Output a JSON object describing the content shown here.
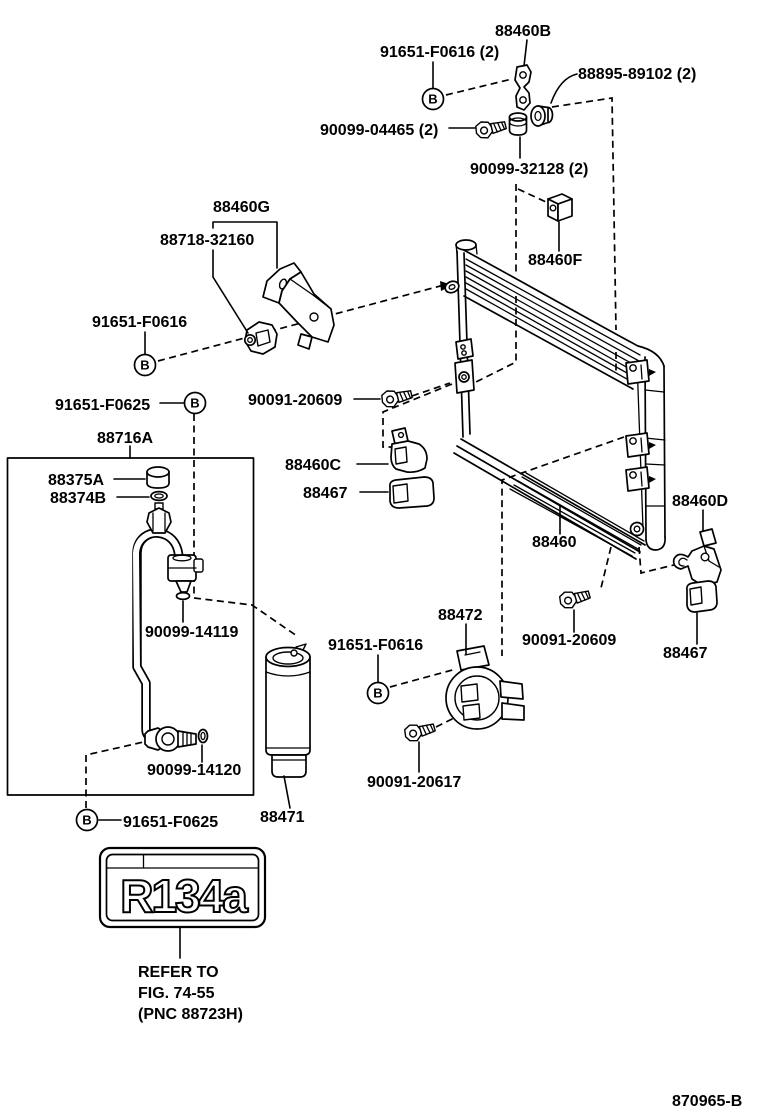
{
  "page": {
    "background": "#ffffff",
    "ink": "#000000"
  },
  "drawing_number": {
    "text": "870965-B"
  },
  "b_marker": {
    "letter": "B"
  },
  "badge": {
    "logo_text": "R134a"
  },
  "note": {
    "line1": "REFER TO",
    "line2": "FIG. 74-55",
    "line3": "(PNC 88723H)"
  },
  "labels": [
    {
      "id": "88460B",
      "text": "88460B"
    },
    {
      "id": "91651-F0616-2",
      "text": "91651-F0616 (2)"
    },
    {
      "id": "88895-89102-2",
      "text": "88895-89102 (2)"
    },
    {
      "id": "90099-04465-2",
      "text": "90099-04465 (2)"
    },
    {
      "id": "90099-32128-2",
      "text": "90099-32128 (2)"
    },
    {
      "id": "88460G",
      "text": "88460G"
    },
    {
      "id": "88718-32160",
      "text": "88718-32160"
    },
    {
      "id": "88460F",
      "text": "88460F"
    },
    {
      "id": "91651-F0616-a",
      "text": "91651-F0616"
    },
    {
      "id": "90091-20609-a",
      "text": "90091-20609"
    },
    {
      "id": "91651-F0625-a",
      "text": "91651-F0625"
    },
    {
      "id": "88716A",
      "text": "88716A"
    },
    {
      "id": "88375A",
      "text": "88375A"
    },
    {
      "id": "88374B",
      "text": "88374B"
    },
    {
      "id": "88460C",
      "text": "88460C"
    },
    {
      "id": "88467-a",
      "text": "88467"
    },
    {
      "id": "88460D",
      "text": "88460D"
    },
    {
      "id": "88460",
      "text": "88460"
    },
    {
      "id": "90099-14119",
      "text": "90099-14119"
    },
    {
      "id": "88472",
      "text": "88472"
    },
    {
      "id": "91651-F0616-b",
      "text": "91651-F0616"
    },
    {
      "id": "90091-20609-b",
      "text": "90091-20609"
    },
    {
      "id": "88467-b",
      "text": "88467"
    },
    {
      "id": "90099-14120",
      "text": "90099-14120"
    },
    {
      "id": "90091-20617",
      "text": "90091-20617"
    },
    {
      "id": "88471",
      "text": "88471"
    },
    {
      "id": "91651-F0625-b",
      "text": "91651-F0625"
    }
  ]
}
